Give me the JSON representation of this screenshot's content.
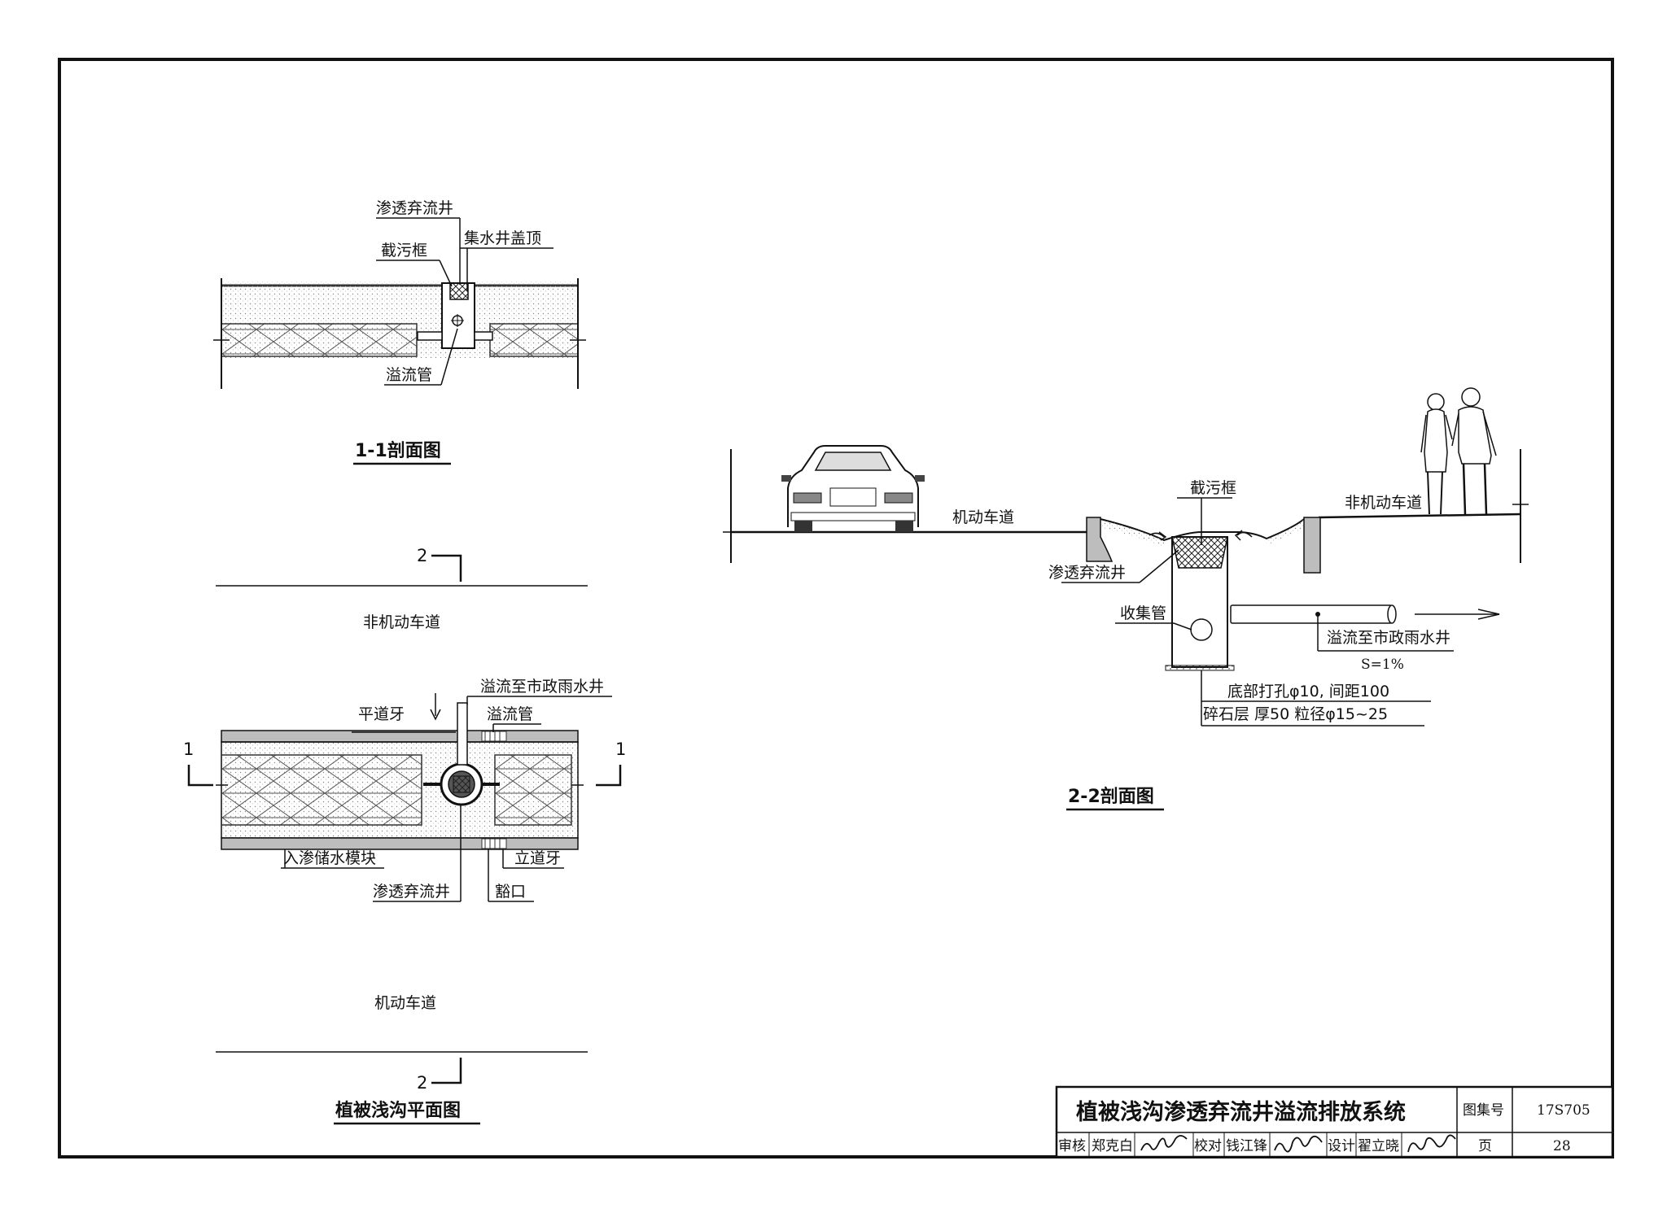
{
  "section_1_1": {
    "title": "1-1剖面图",
    "labels": {
      "infiltration_well": "渗透弃流井",
      "sump_cover_top": "集水井盖顶",
      "debris_frame": "截污框",
      "overflow_pipe": "溢流管"
    }
  },
  "plan_view": {
    "title": "植被浅沟平面图",
    "section_mark_2": "2",
    "section_mark_1": "1",
    "non_motor_lane": "非机动车道",
    "motor_lane": "机动车道",
    "labels": {
      "overflow_to_rain_well": "溢流至市政雨水井",
      "overflow_pipe": "溢流管",
      "flat_curb": "平道牙",
      "storage_module": "入渗储水模块",
      "standing_curb": "立道牙",
      "infiltration_well": "渗透弃流井",
      "curb_opening": "豁口"
    }
  },
  "section_2_2": {
    "title": "2-2剖面图",
    "labels": {
      "motor_lane": "机动车道",
      "non_motor_lane": "非机动车道",
      "debris_frame": "截污框",
      "infiltration_well": "渗透弃流井",
      "collection_pipe": "收集管",
      "overflow_to_rain_well": "溢流至市政雨水井",
      "slope": "S=1%",
      "bottom_holes": "底部打孔φ10, 间距100",
      "gravel_layer": "碎石层 厚50 粒径φ15~25"
    }
  },
  "title_block": {
    "drawing_title": "植被浅沟渗透弃流井溢流排放系统",
    "atlas_label": "图集号",
    "atlas_no": "17S705",
    "review_label": "审核",
    "reviewer": "郑克白",
    "check_label": "校对",
    "checker": "钱江锋",
    "design_label": "设计",
    "designer": "翟立晓",
    "page_label": "页",
    "page_no": "28"
  }
}
